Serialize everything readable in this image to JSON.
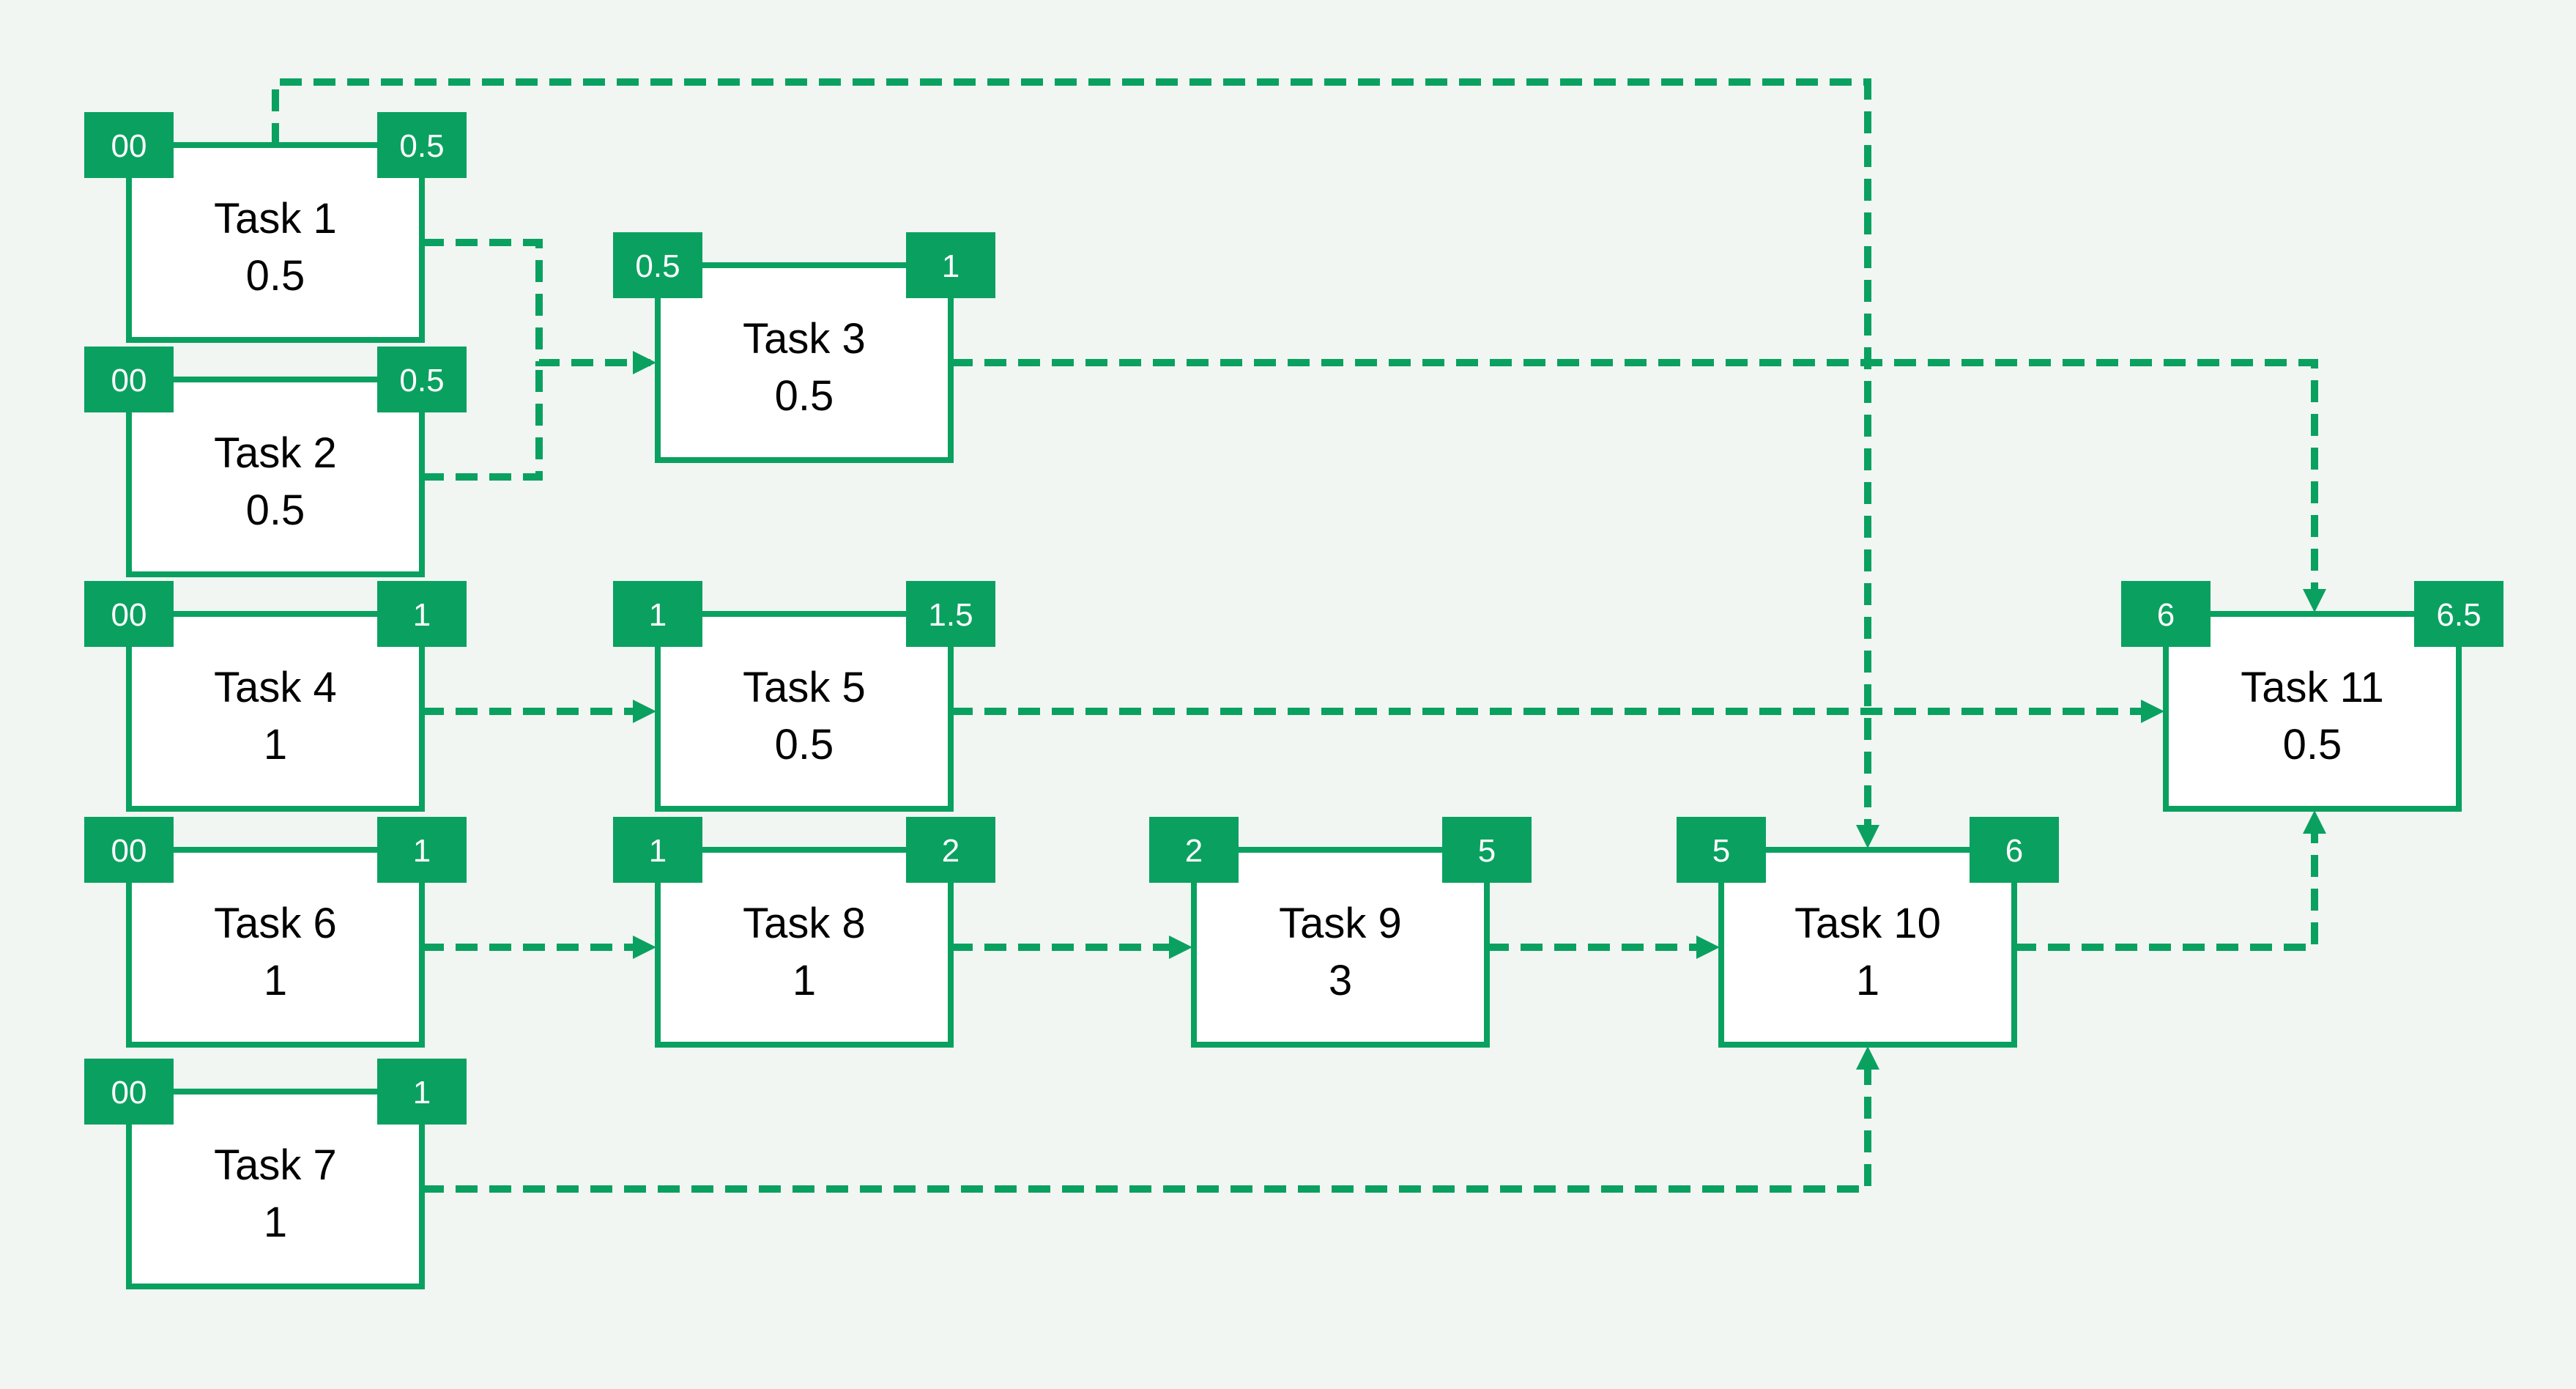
{
  "diagram": {
    "type": "task-precedence-network",
    "background_color": "#f1f6f3",
    "accent_color": "#0aa160",
    "node_fill": "#ffffff",
    "node_border_color": "#0aa160",
    "node_text_color": "#000000",
    "badge_fill": "#0aa160",
    "badge_text_color": "#ffffff",
    "tasks": [
      {
        "id": "task1",
        "label": "Task 1",
        "duration": "0.5",
        "start": "00",
        "end": "0.5"
      },
      {
        "id": "task2",
        "label": "Task 2",
        "duration": "0.5",
        "start": "00",
        "end": "0.5"
      },
      {
        "id": "task3",
        "label": "Task 3",
        "duration": "0.5",
        "start": "0.5",
        "end": "1"
      },
      {
        "id": "task4",
        "label": "Task 4",
        "duration": "1",
        "start": "00",
        "end": "1"
      },
      {
        "id": "task5",
        "label": "Task 5",
        "duration": "0.5",
        "start": "1",
        "end": "1.5"
      },
      {
        "id": "task6",
        "label": "Task 6",
        "duration": "1",
        "start": "00",
        "end": "1"
      },
      {
        "id": "task7",
        "label": "Task 7",
        "duration": "1",
        "start": "00",
        "end": "1"
      },
      {
        "id": "task8",
        "label": "Task 8",
        "duration": "1",
        "start": "1",
        "end": "2"
      },
      {
        "id": "task9",
        "label": "Task 9",
        "duration": "3",
        "start": "2",
        "end": "5"
      },
      {
        "id": "task10",
        "label": "Task 10",
        "duration": "1",
        "start": "5",
        "end": "6"
      },
      {
        "id": "task11",
        "label": "Task 11",
        "duration": "0.5",
        "start": "6",
        "end": "6.5"
      }
    ],
    "dependencies": [
      {
        "from": "task1",
        "to": "task3"
      },
      {
        "from": "task2",
        "to": "task3"
      },
      {
        "from": "task1",
        "to": "task10"
      },
      {
        "from": "task3",
        "to": "task11"
      },
      {
        "from": "task4",
        "to": "task5"
      },
      {
        "from": "task5",
        "to": "task11"
      },
      {
        "from": "task6",
        "to": "task8"
      },
      {
        "from": "task8",
        "to": "task9"
      },
      {
        "from": "task9",
        "to": "task10"
      },
      {
        "from": "task7",
        "to": "task10"
      },
      {
        "from": "task10",
        "to": "task11"
      }
    ]
  }
}
